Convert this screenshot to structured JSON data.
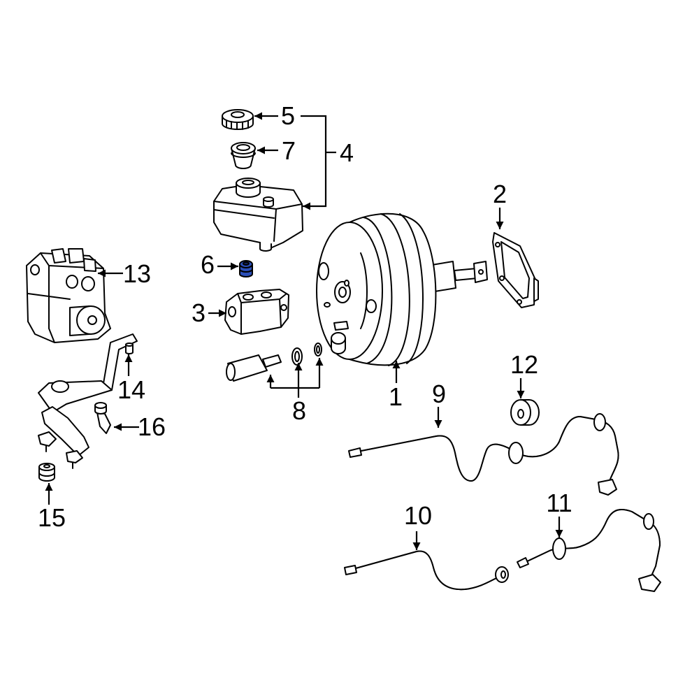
{
  "diagram": {
    "highlight_color": "#2b4fb9",
    "callouts": [
      "1",
      "2",
      "3",
      "4",
      "5",
      "6",
      "7",
      "8",
      "9",
      "10",
      "11",
      "12",
      "13",
      "14",
      "15",
      "16"
    ]
  }
}
